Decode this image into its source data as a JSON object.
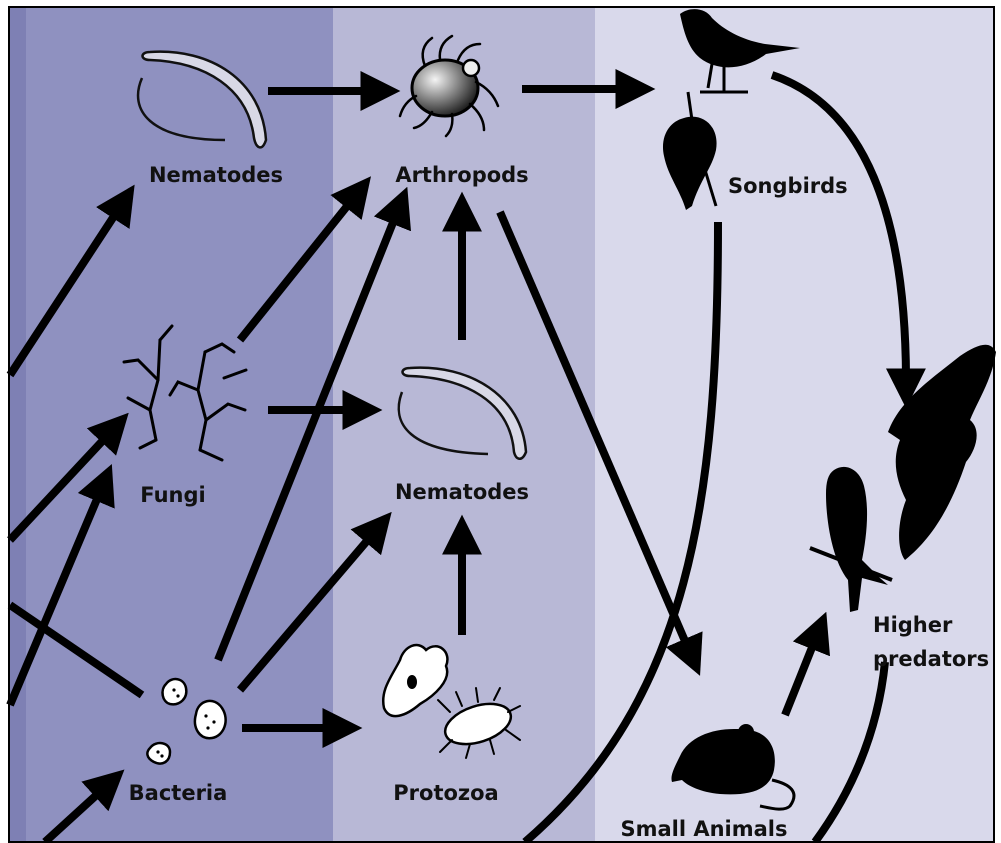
{
  "colors": {
    "zone_left": "#8f91c0",
    "zone_middle": "#b8b8d6",
    "zone_right": "#d9d9eb",
    "ink": "#000000"
  },
  "labels": {
    "nematodes_top": "Nematodes",
    "arthropods": "Arthropods",
    "songbirds": "Songbirds",
    "fungi": "Fungi",
    "nematodes_mid": "Nematodes",
    "higher_predators_line1": "Higher",
    "higher_predators_line2": "predators",
    "bacteria": "Bacteria",
    "protozoa": "Protozoa",
    "small_animals": "Small Animals"
  },
  "icons": {
    "nematode_top": "nematode-icon",
    "arthropod": "mite-icon",
    "songbird_perched": "songbird-icon",
    "songbird_climbing": "woodpecker-icon",
    "fungi": "fungal-hyphae-icon",
    "nematode_mid": "nematode-icon",
    "predators": "raptor-icon",
    "bacteria": "bacteria-icon",
    "protozoa": "protozoa-icon",
    "small_animal": "mouse-icon"
  }
}
